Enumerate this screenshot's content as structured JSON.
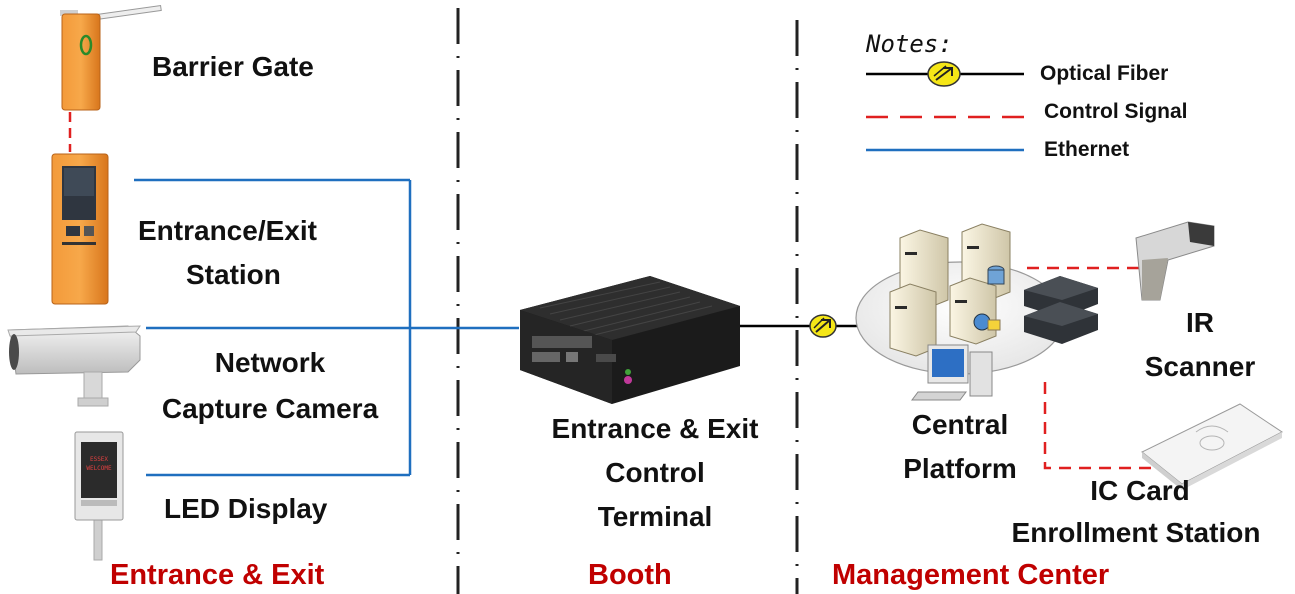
{
  "devices": {
    "barrier_gate": "Barrier Gate",
    "entrance_exit_station": [
      "Entrance/Exit",
      "Station"
    ],
    "capture_camera": [
      "Network",
      "Capture Camera"
    ],
    "led_display": "LED Display",
    "control_terminal": [
      "Entrance & Exit",
      "Control",
      "Terminal"
    ],
    "central_platform": [
      "Central",
      "Platform"
    ],
    "ir_scanner": [
      "IR",
      "Scanner"
    ],
    "ic_card_station": [
      "IC Card",
      "Enrollment Station"
    ],
    "led_screen_text": [
      "ESSEX",
      "WELCOME"
    ]
  },
  "sections": {
    "entrance_exit": "Entrance & Exit",
    "booth": "Booth",
    "management_center": "Management Center"
  },
  "legend": {
    "title": "Notes:",
    "optical_fiber": "Optical Fiber",
    "control_signal": "Control Signal",
    "ethernet": "Ethernet"
  },
  "colors": {
    "ethernet": "#1f6fbf",
    "control_signal": "#e02020",
    "optical_fiber": "#000000",
    "section_label": "#c00000",
    "fiber_connector": "#f5e617"
  },
  "icons": [
    "barrier-gate-icon",
    "entrance-station-icon",
    "capture-camera-icon",
    "led-display-icon",
    "control-terminal-icon",
    "server-cluster-icon",
    "ir-scanner-icon",
    "ic-card-reader-icon",
    "fiber-connector-icon"
  ]
}
